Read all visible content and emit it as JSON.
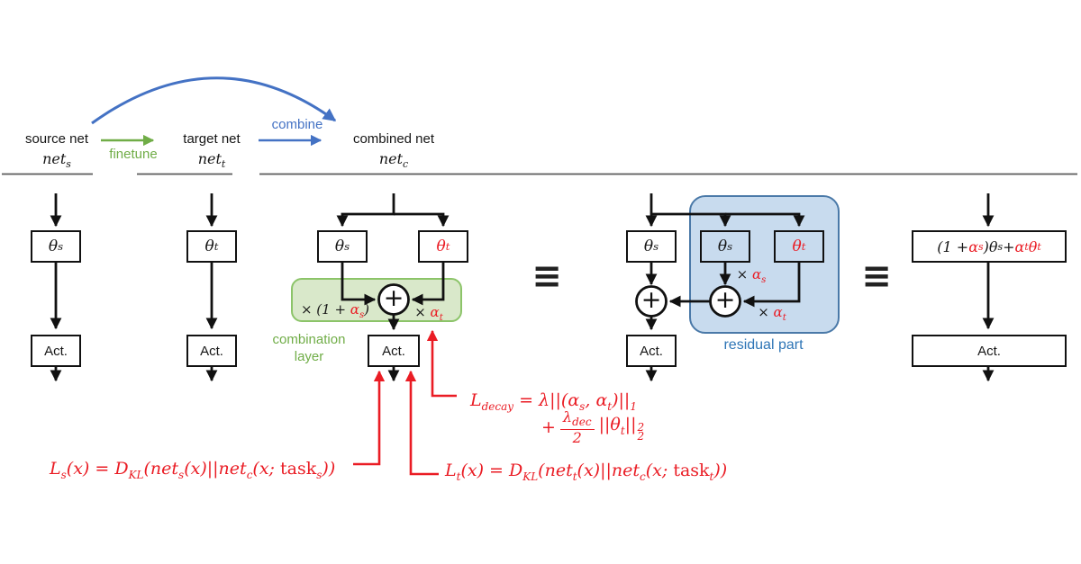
{
  "sym": {
    "theta": "θ",
    "s": "s",
    "t": "t",
    "act": "Act.",
    "plus": "+",
    "equiv": "≡"
  },
  "header": {
    "source_label": "source net",
    "source_net": [
      "net",
      "s"
    ],
    "finetune_label": "finetune",
    "target_label": "target net",
    "target_net": [
      "net",
      "t"
    ],
    "combine_label": "combine",
    "combined_label": "combined net",
    "combined_net": [
      "net",
      "c"
    ]
  },
  "combined": {
    "scale_s": [
      "× (1 + ",
      "α",
      "s",
      ")"
    ],
    "scale_t": [
      "× ",
      "α",
      "t"
    ],
    "layer_line1": "combination",
    "layer_line2": "layer"
  },
  "residual": {
    "scale_s": [
      "× ",
      "α",
      "s"
    ],
    "scale_t": [
      "× ",
      "α",
      "t"
    ],
    "label": "residual part"
  },
  "merged": {
    "expr": [
      "(1 + ",
      "α",
      "s",
      ")",
      "θ",
      "s",
      " + ",
      "α",
      "t",
      "θ",
      "t"
    ]
  },
  "formulas": {
    "ls": [
      "L",
      "s",
      "(x) = D",
      "KL",
      "(net",
      "s",
      "(x)||net",
      "c",
      "(x; ",
      "task",
      "s",
      "))"
    ],
    "lt": [
      "L",
      "t",
      "(x) = D",
      "KL",
      "(net",
      "t",
      "(x)||net",
      "c",
      "(x; ",
      "task",
      "t",
      "))"
    ],
    "ldecay1": [
      "L",
      "decay",
      " = λ||(",
      "α",
      "s",
      ", ",
      "α",
      "t",
      ")||",
      "1"
    ],
    "ldecay2": {
      "plus": "+",
      "num": [
        "λ",
        "dec"
      ],
      "den": "2",
      "open": "||",
      "theta": [
        "θ",
        "t"
      ],
      "close": "||",
      "sup": "2",
      "sub": "2"
    }
  },
  "colors": {
    "black": "#111111",
    "gray": "#5a5a5a",
    "green": "#70ad47",
    "green_fill": "#d9e8ca",
    "green_border": "#8cc469",
    "blue": "#4472c4",
    "blue_dark": "#2e75b6",
    "blue_fill": "#c8dbee",
    "blue_border": "#4a79a8",
    "red": "#ea1c24"
  }
}
